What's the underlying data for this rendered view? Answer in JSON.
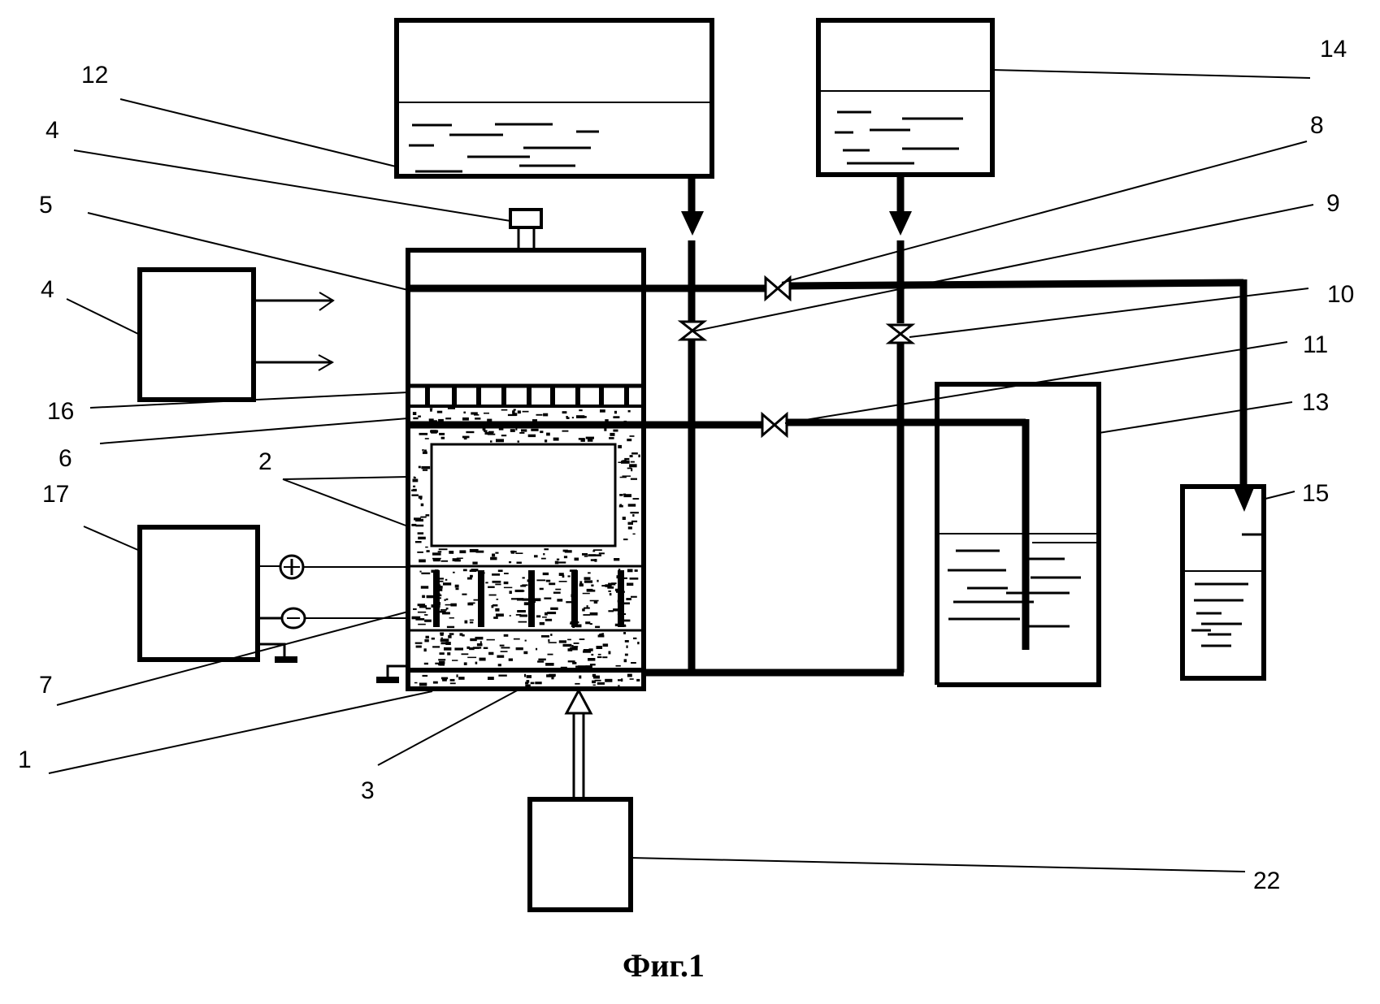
{
  "figure": {
    "caption": "Фиг.1",
    "colors": {
      "ink": "#000000",
      "background": "#ffffff"
    }
  },
  "labels": {
    "l1": "1",
    "l2": "2",
    "l3": "3",
    "l4_top": "4",
    "l4_left": "4",
    "l5": "5",
    "l6": "6",
    "l7": "7",
    "l8": "8",
    "l9": "9",
    "l10": "10",
    "l11": "11",
    "l12": "12",
    "l13": "13",
    "l14": "14",
    "l15": "15",
    "l16": "16",
    "l17": "17",
    "l22": "22"
  },
  "symbols": {
    "plus_terminal": "+",
    "minus_terminal": "−"
  }
}
